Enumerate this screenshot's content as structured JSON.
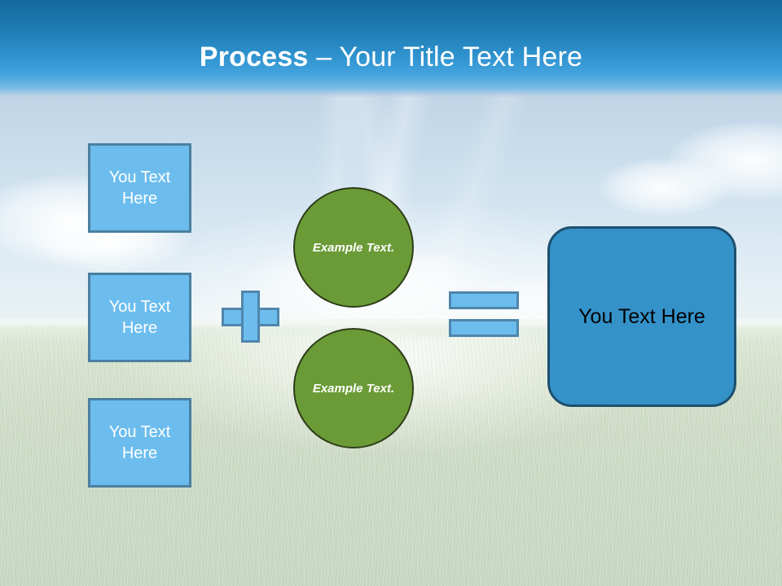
{
  "slide": {
    "title_bold": "Process",
    "title_rest": " – Your Title Text Here"
  },
  "theme": {
    "header_top": "#1569a0",
    "header_bottom": "#43a3de",
    "box_fill": "#6cbdee",
    "box_border": "#4a7fa0",
    "circle_fill": "#6b9b37",
    "circle_border": "#2d3d18",
    "result_fill": "#3492c9",
    "result_border": "#1d4f6e",
    "operator_fill": "#6cbdee",
    "operator_border": "#4e86ac"
  },
  "inputs": [
    {
      "label": "You Text Here"
    },
    {
      "label": "You Text Here"
    },
    {
      "label": "You Text Here"
    }
  ],
  "operators": {
    "plus": "plus-sign",
    "equals": "equals-sign"
  },
  "circles": [
    {
      "label": "Example Text."
    },
    {
      "label": "Example Text."
    }
  ],
  "result": {
    "label": "You Text Here"
  }
}
